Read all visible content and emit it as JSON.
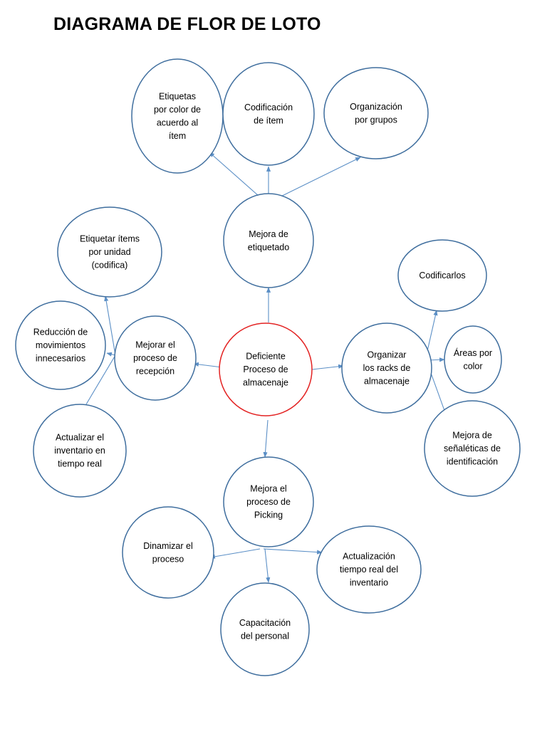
{
  "title": "DIAGRAMA DE FLOR DE LOTO",
  "colors": {
    "node_border": "#3f6e9e",
    "center_border": "#e32323",
    "arrow": "#5b8fc6"
  },
  "nodes": [
    {
      "id": "center",
      "lines": [
        "Deficiente",
        "Proceso de",
        "almacenaje"
      ],
      "center": true
    },
    {
      "id": "etiquetado",
      "lines": [
        "Mejora de",
        "etiquetado"
      ]
    },
    {
      "id": "etiq-color",
      "lines": [
        "Etiquetas",
        "por color de",
        "acuerdo al",
        "ítem"
      ]
    },
    {
      "id": "codif-item",
      "lines": [
        "Codificación",
        "de ítem"
      ]
    },
    {
      "id": "org-grupos",
      "lines": [
        "Organización",
        "por grupos"
      ]
    },
    {
      "id": "recepcion",
      "lines": [
        "Mejorar el",
        "proceso de",
        "recepción"
      ]
    },
    {
      "id": "etiq-unidad",
      "lines": [
        "Etiquetar ítems",
        "por unidad",
        "(codifica)"
      ]
    },
    {
      "id": "reduccion",
      "lines": [
        "Reducción de",
        "movimientos",
        "innecesarios"
      ]
    },
    {
      "id": "actualizar",
      "lines": [
        "Actualizar el",
        "inventario en",
        "tiempo real"
      ]
    },
    {
      "id": "racks",
      "lines": [
        "Organizar",
        "los racks de",
        "almacenaje"
      ]
    },
    {
      "id": "codificarlos",
      "lines": [
        "Codificarlos"
      ]
    },
    {
      "id": "areas",
      "lines": [
        "Áreas por",
        "color"
      ]
    },
    {
      "id": "senaleticas",
      "lines": [
        "Mejora de",
        "señaléticas de",
        "identificación"
      ]
    },
    {
      "id": "picking",
      "lines": [
        "Mejora el",
        "proceso de",
        "Picking"
      ]
    },
    {
      "id": "dinamizar",
      "lines": [
        "Dinamizar el",
        "proceso"
      ]
    },
    {
      "id": "actualizacion",
      "lines": [
        "Actualización",
        "tiempo real del",
        "inventario"
      ]
    },
    {
      "id": "capacitacion",
      "lines": [
        "Capacitación",
        "del personal"
      ]
    }
  ],
  "edges": [
    [
      "center",
      "etiquetado"
    ],
    [
      "center",
      "recepcion"
    ],
    [
      "center",
      "racks"
    ],
    [
      "center",
      "picking"
    ],
    [
      "etiquetado",
      "etiq-color"
    ],
    [
      "etiquetado",
      "codif-item"
    ],
    [
      "etiquetado",
      "org-grupos"
    ],
    [
      "recepcion",
      "etiq-unidad"
    ],
    [
      "recepcion",
      "reduccion"
    ],
    [
      "recepcion",
      "actualizar"
    ],
    [
      "racks",
      "codificarlos"
    ],
    [
      "racks",
      "areas"
    ],
    [
      "racks",
      "senaleticas"
    ],
    [
      "picking",
      "dinamizar"
    ],
    [
      "picking",
      "actualizacion"
    ],
    [
      "picking",
      "capacitacion"
    ]
  ]
}
